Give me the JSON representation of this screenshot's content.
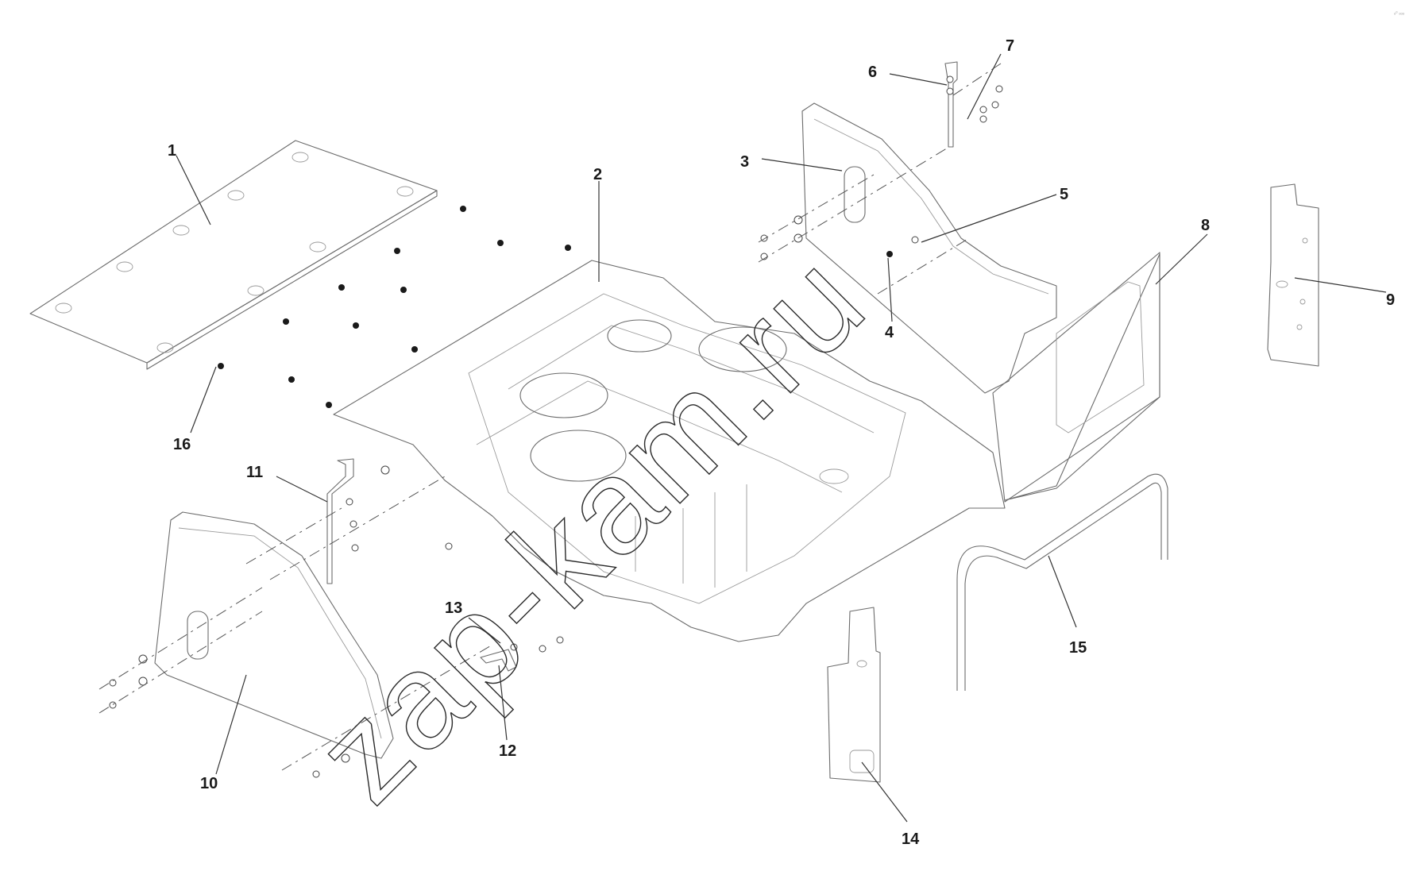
{
  "watermark": "zap-kam.ru",
  "corner_mark": "ₒᵒ ₒₒₒ",
  "callouts": [
    {
      "id": "1",
      "label": "1"
    },
    {
      "id": "2",
      "label": "2"
    },
    {
      "id": "3",
      "label": "3"
    },
    {
      "id": "4",
      "label": "4"
    },
    {
      "id": "5",
      "label": "5"
    },
    {
      "id": "6",
      "label": "6"
    },
    {
      "id": "7",
      "label": "7"
    },
    {
      "id": "8",
      "label": "8"
    },
    {
      "id": "9",
      "label": "9"
    },
    {
      "id": "10",
      "label": "10"
    },
    {
      "id": "11",
      "label": "11"
    },
    {
      "id": "12",
      "label": "12"
    },
    {
      "id": "13",
      "label": "13"
    },
    {
      "id": "14",
      "label": "14"
    },
    {
      "id": "15",
      "label": "15"
    },
    {
      "id": "16",
      "label": "16"
    }
  ]
}
